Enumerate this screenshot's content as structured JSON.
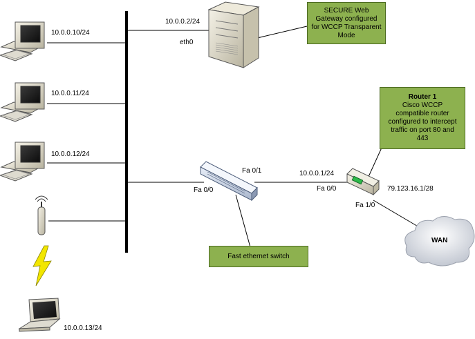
{
  "hosts": [
    {
      "ip": "10.0.0.10/24"
    },
    {
      "ip": "10.0.0.11/24"
    },
    {
      "ip": "10.0.0.12/24"
    }
  ],
  "laptop": {
    "ip": "10.0.0.13/24"
  },
  "server": {
    "ip": "10.0.0.2/24",
    "interface": "eth0"
  },
  "server_note": {
    "lines": [
      "SECURE Web",
      "Gateway configured",
      "for WCCP Transparent",
      "Mode"
    ]
  },
  "switch": {
    "port_in": "Fa 0/0",
    "port_out": "Fa 0/1"
  },
  "switch_note": {
    "text": "Fast ethernet switch"
  },
  "router": {
    "ip_lan": "10.0.0.1/24",
    "port_lan": "Fa 0/0",
    "port_wan": "Fa 1/0",
    "ip_wan": "79.123.16.1/28"
  },
  "router_note": {
    "title": "Router 1",
    "lines": [
      "Cisco WCCP",
      "compatible router",
      "configured to intercept",
      "traffic on port 80 and",
      "443"
    ]
  },
  "wan": {
    "label": "WAN"
  },
  "colors": {
    "note_fill": "#8db14f",
    "line": "#000000",
    "bolt": "#f2e600"
  }
}
